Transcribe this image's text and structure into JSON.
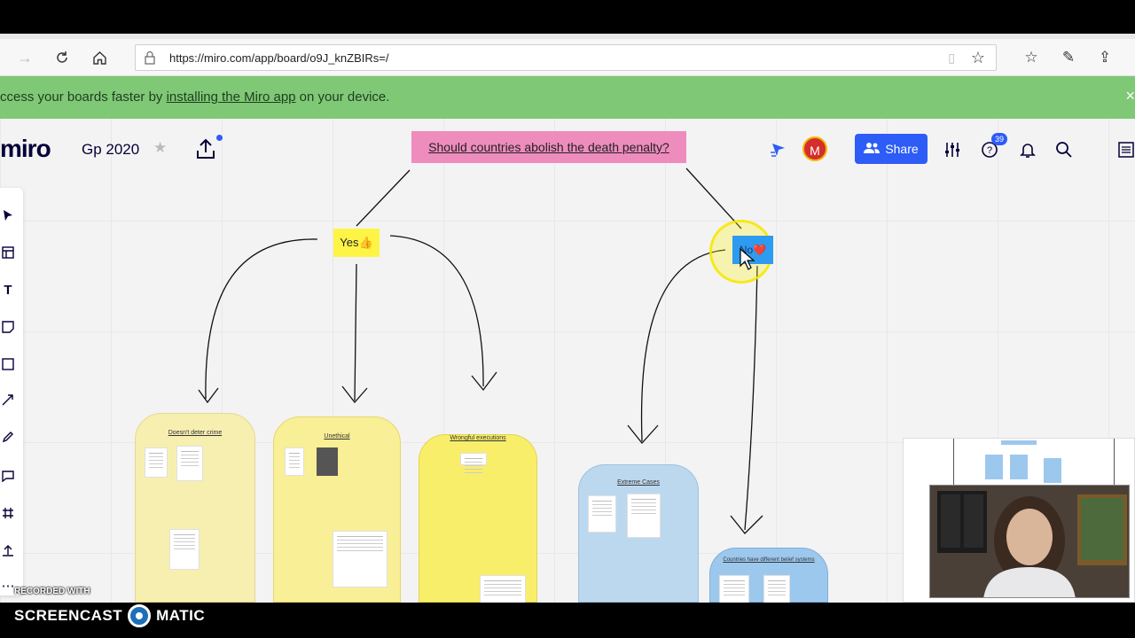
{
  "browser": {
    "url": "https://miro.com/app/board/o9J_knZBIRs=/"
  },
  "banner": {
    "text_before": "ccess your boards faster by ",
    "link": "installing the Miro app",
    "text_after": " on your device."
  },
  "board": {
    "logo": "miro",
    "name": "Gp 2020",
    "avatar_initial": "M",
    "share_label": "Share",
    "notifications_count": "39"
  },
  "notes": {
    "question": "Should countries abolish the death penalty?",
    "yes": "Yes👍",
    "no": "No❤️"
  },
  "categories": [
    {
      "title": "Doesn't deter crime",
      "color": "#f7efb0"
    },
    {
      "title": "Unethical",
      "color": "#f9ef96"
    },
    {
      "title": "Wrongful executions",
      "color": "#f8ee6a"
    },
    {
      "title": "Extreme Cases",
      "color": "#bcd8ef"
    },
    {
      "title": "Countries have different belief systems",
      "color": "#9dc8ee"
    }
  ],
  "overlay": {
    "recorded_with": "RECORDED WITH",
    "screencast_left": "SCREENCAST",
    "screencast_right": "MATIC"
  }
}
